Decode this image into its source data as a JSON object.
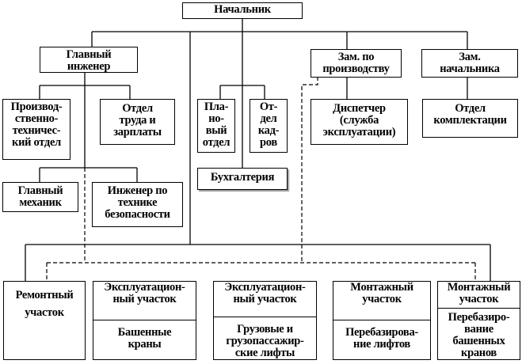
{
  "head": "Начальник",
  "chief_engineer": "Главный\nинженер",
  "deputy_production": "Зам. по\nпроизводству",
  "deputy_head": "Зам.\nначальника",
  "pto": "Производ-\nственно-\nтехничес-\nкий отдел",
  "labor_dept": "Отдел\nтруда и\nзарплаты",
  "planning_dept": "Пла-\nно-\nвый\nотдел",
  "hr_dept": "От-\nдел\nкад-\nров",
  "accounting": "Бухгалтерия",
  "dispatcher": "Диспетчер\n(служба\nэксплуатации)",
  "supply_dept": "Отдел\nкомплектации",
  "chief_mechanic": "Главный\nмеханик",
  "safety_engineer": "Инженер по\nтехнике\nбезопасности",
  "sections": [
    {
      "title": "Ремонтный\nучасток",
      "sub": ""
    },
    {
      "title": "Эксплуатацион-\nный участок",
      "sub": "Башенные\nкраны"
    },
    {
      "title": "Эксплуатацион-\nный участок",
      "sub": "Грузовые и\nгрузопассажир-\nские лифты"
    },
    {
      "title": "Монтажный\nучасток",
      "sub": "Перебазирова-\nние лифтов"
    },
    {
      "title": "Монтажный\nучасток",
      "sub": "Перебазиро-\nвание\nбашенных\nкранов"
    }
  ]
}
